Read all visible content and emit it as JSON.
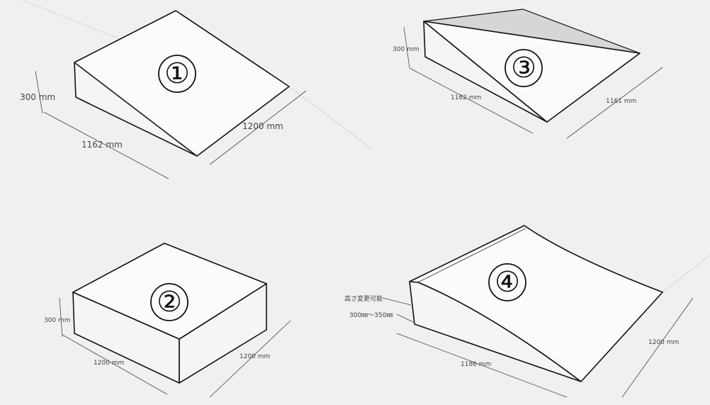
{
  "shapes": [
    {
      "id": "1",
      "label": "①",
      "dims": {
        "height": "300 mm",
        "length": "1162 mm",
        "width": "1200 mm"
      }
    },
    {
      "id": "2",
      "label": "②",
      "dims": {
        "height": "300 mm",
        "length": "1200 mm",
        "width": "1200 mm"
      }
    },
    {
      "id": "3",
      "label": "③",
      "dims": {
        "height": "300 mm",
        "length": "1162 mm",
        "width": "1161 mm"
      }
    },
    {
      "id": "4",
      "label": "④",
      "dims": {
        "note": "高さ変更可能",
        "height": "300㎜～350㎜",
        "length": "1186 mm",
        "width": "1200 mm"
      }
    }
  ]
}
